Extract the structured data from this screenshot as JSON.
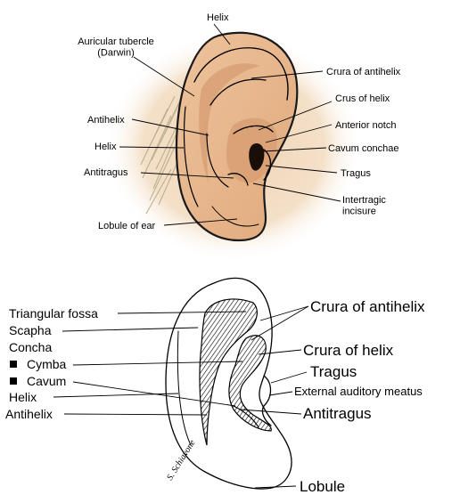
{
  "top_diagram": {
    "labels": {
      "helix_top": "Helix",
      "auricular_tubercle": "Auricular tubercle\n(Darwin)",
      "crura_of_antihelix": "Crura of antihelix",
      "crus_of_helix": "Crus of helix",
      "anterior_notch": "Anterior notch",
      "cavum_conchae": "Cavum conchae",
      "antihelix": "Antihelix",
      "helix": "Helix",
      "tragus": "Tragus",
      "antitragus": "Antitragus",
      "intertragic_incisure": "Intertragic\nincisure",
      "lobule_of_ear": "Lobule of ear"
    },
    "colors": {
      "skin": "#e9b98f",
      "skin_shadow": "#c98a5e",
      "halo": "#f3dcc0",
      "hair": "#b9ad8e"
    }
  },
  "bottom_diagram": {
    "labels": {
      "triangular_fossa": "Triangular fossa",
      "scapha": "Scapha",
      "concha": "Concha",
      "cymba": "Cymba",
      "cavum": "Cavum",
      "helix": "Helix",
      "antihelix": "Antihelix",
      "crura_of_antihelix": "Crura of antihelix",
      "crura_of_helix": "Crura of helix",
      "tragus": "Tragus",
      "external_auditory_meatus": "External auditory meatus",
      "antitragus": "Antitragus",
      "lobule": "Lobule"
    },
    "bullet_icon": "square-bullet",
    "signature": "S. Schiavone"
  }
}
